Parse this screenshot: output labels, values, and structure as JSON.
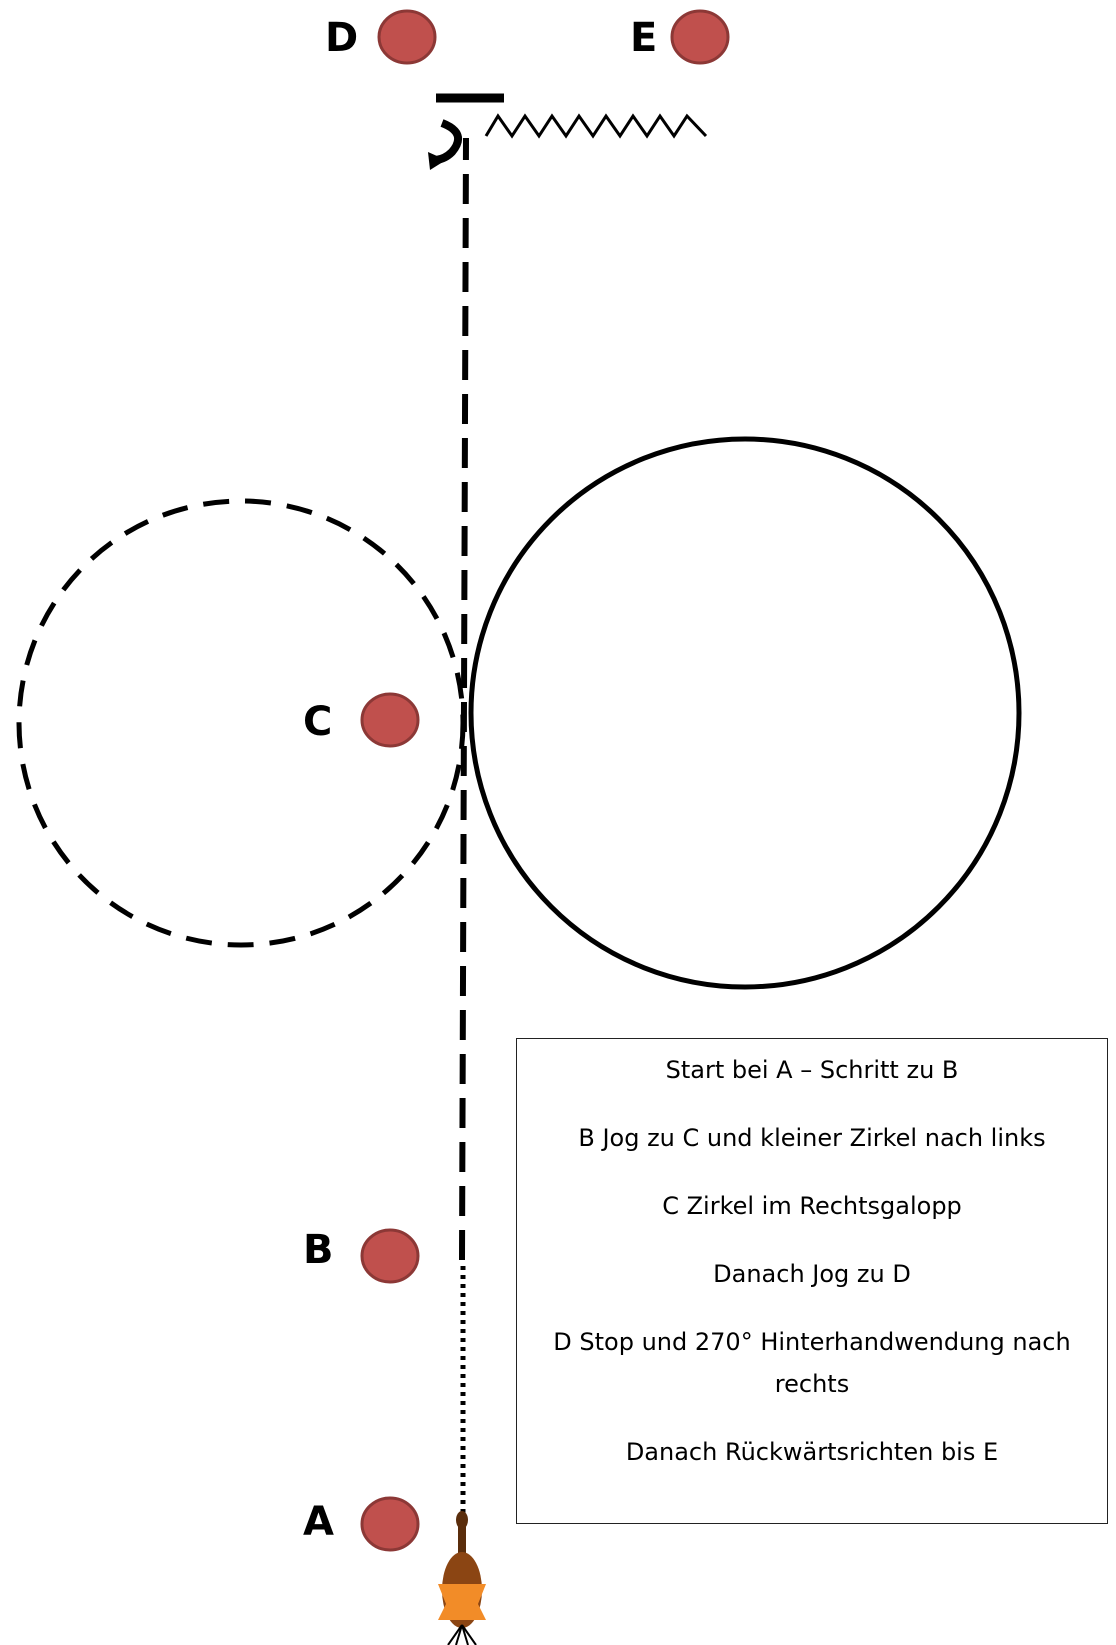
{
  "markers": [
    {
      "id": "D",
      "label": "D"
    },
    {
      "id": "E",
      "label": "E"
    },
    {
      "id": "C",
      "label": "C"
    },
    {
      "id": "B",
      "label": "B"
    },
    {
      "id": "A",
      "label": "A"
    }
  ],
  "instructions": [
    "Start bei A – Schritt zu B",
    "B Jog zu C und kleiner Zirkel nach links",
    "C Zirkel im Rechtsgalopp",
    "Danach Jog zu D",
    "D Stop und 270° Hinterhandwendung nach rechts",
    "Danach Rückwärtsrichten bis E"
  ],
  "colors": {
    "marker_fill": "#c0504d",
    "marker_stroke": "#8c3836",
    "line": "#000000",
    "horse_body": "#8b4513",
    "horse_saddle": "#f28c28"
  }
}
